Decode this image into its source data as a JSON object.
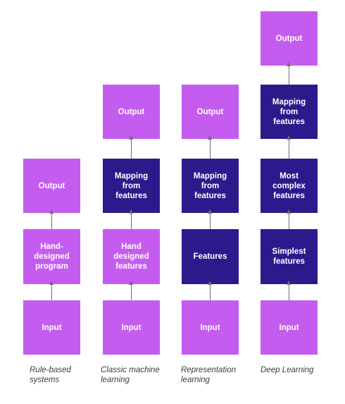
{
  "colors": {
    "light_box": "#c45cf0",
    "dark_box": "#2c1a8c",
    "arrow": "#6e6e6e"
  },
  "columns": [
    {
      "caption": "Rule-based\nsystems",
      "boxes": [
        {
          "label": "Input",
          "style": "light"
        },
        {
          "label": "Hand-\ndesigned\nprogram",
          "style": "light"
        },
        {
          "label": "Output",
          "style": "light"
        }
      ]
    },
    {
      "caption": "Classic machine\nlearning",
      "boxes": [
        {
          "label": "Input",
          "style": "light"
        },
        {
          "label": "Hand\ndesigned\nfeatures",
          "style": "light"
        },
        {
          "label": "Mapping\nfrom\nfeatures",
          "style": "dark"
        },
        {
          "label": "Output",
          "style": "light"
        }
      ]
    },
    {
      "caption": "Representation\nlearning",
      "boxes": [
        {
          "label": "Input",
          "style": "light"
        },
        {
          "label": "Features",
          "style": "dark"
        },
        {
          "label": "Mapping\nfrom\nfeatures",
          "style": "dark"
        },
        {
          "label": "Output",
          "style": "light"
        }
      ]
    },
    {
      "caption": "Deep Learning",
      "boxes": [
        {
          "label": "Input",
          "style": "light"
        },
        {
          "label": "Simplest\nfeatures",
          "style": "dark"
        },
        {
          "label": "Most\ncomplex\nfeatures",
          "style": "dark"
        },
        {
          "label": "Mapping\nfrom\nfeatures",
          "style": "dark"
        },
        {
          "label": "Output",
          "style": "light"
        }
      ]
    }
  ]
}
